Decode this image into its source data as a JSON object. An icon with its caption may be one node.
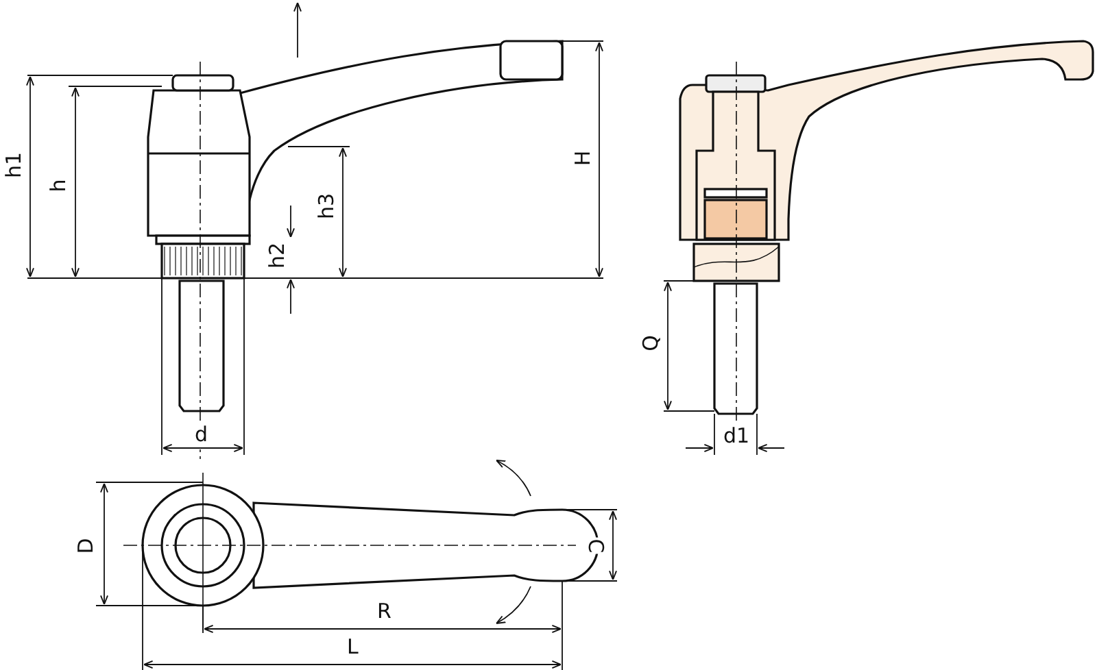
{
  "diagram": {
    "labels": [
      "h1",
      "h",
      "h3",
      "h2",
      "H",
      "Q",
      "d",
      "d1",
      "D",
      "C",
      "R",
      "L"
    ]
  }
}
